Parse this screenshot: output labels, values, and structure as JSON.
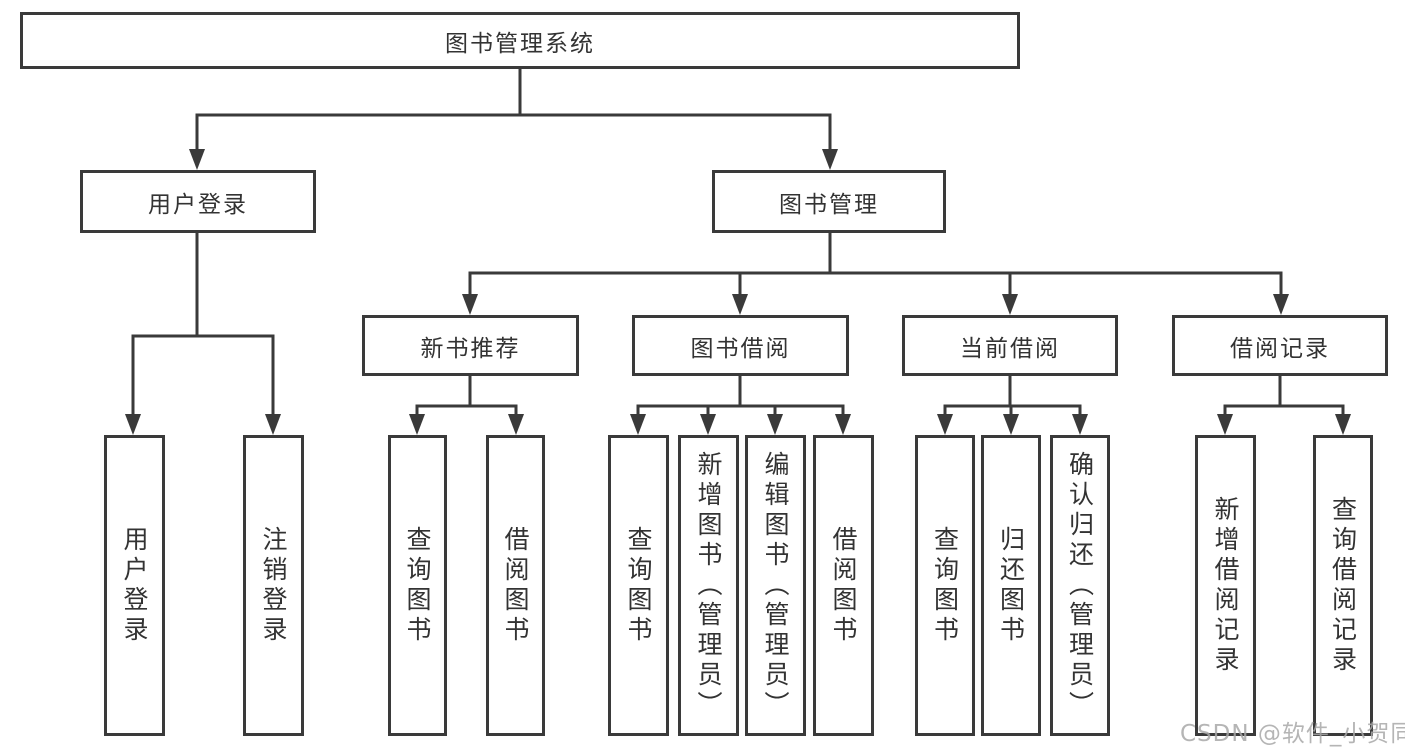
{
  "colors": {
    "background": "#ffffff",
    "line": "#3a3a3a",
    "text": "#333333",
    "watermark": "#a8a8a8"
  },
  "tree": {
    "root": {
      "label": "图书管理系统"
    },
    "children": [
      {
        "label": "用户登录",
        "children": [
          {
            "label": "用户登录"
          },
          {
            "label": "注销登录"
          }
        ]
      },
      {
        "label": "图书管理",
        "children": [
          {
            "label": "新书推荐",
            "children": [
              {
                "label": "查询图书"
              },
              {
                "label": "借阅图书"
              }
            ]
          },
          {
            "label": "图书借阅",
            "children": [
              {
                "label": "查询图书"
              },
              {
                "label": "新增图书（管理员）"
              },
              {
                "label": "编辑图书（管理员）"
              },
              {
                "label": "借阅图书"
              }
            ]
          },
          {
            "label": "当前借阅",
            "children": [
              {
                "label": "查询图书"
              },
              {
                "label": "归还图书"
              },
              {
                "label": "确认归还（管理员）"
              }
            ]
          },
          {
            "label": "借阅记录",
            "children": [
              {
                "label": "新增借阅记录"
              },
              {
                "label": "查询借阅记录"
              }
            ]
          }
        ]
      }
    ]
  },
  "watermark": {
    "text": "CSDN @软件_小贺同学"
  }
}
